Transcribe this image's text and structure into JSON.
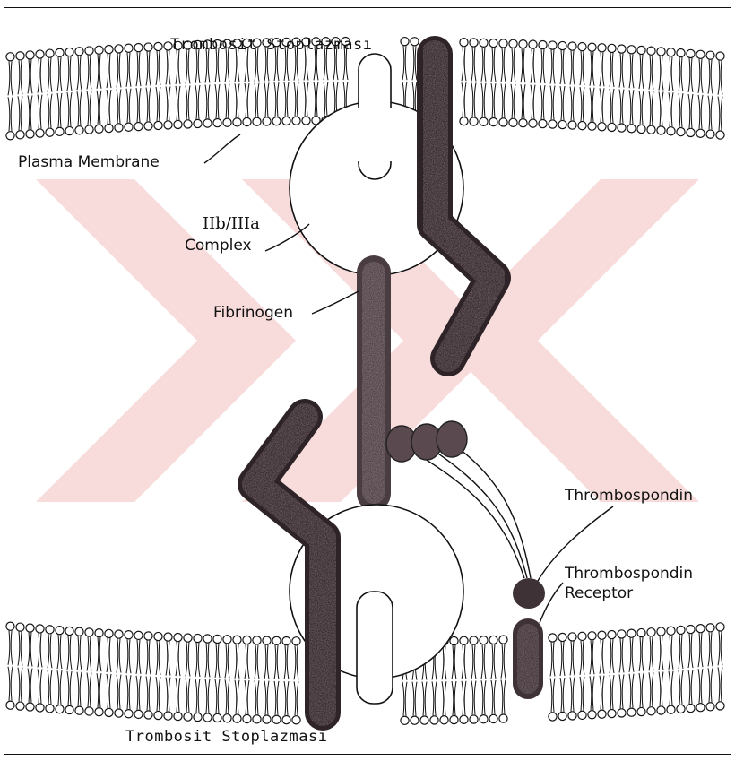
{
  "labels": {
    "top_cytoplasm": "Trombosit Stoplazması",
    "bottom_cytoplasm": "Trombosit Stoplazması",
    "plasma_membrane": "Plasma Membrane",
    "complex_line1": "IIb/IIIa",
    "complex_line2": "Complex",
    "fibrinogen": "Fibrinogen",
    "thrombospondin": "Thrombospondin",
    "receptor_line1": "Thrombospondin",
    "receptor_line2": "Receptor"
  },
  "colors": {
    "watermark": "#f5c9c9",
    "protein_fill": "#6b5a60",
    "protein_dark": "#3a2e33",
    "lipid_head": "#ffffff",
    "outline": "#111111"
  }
}
